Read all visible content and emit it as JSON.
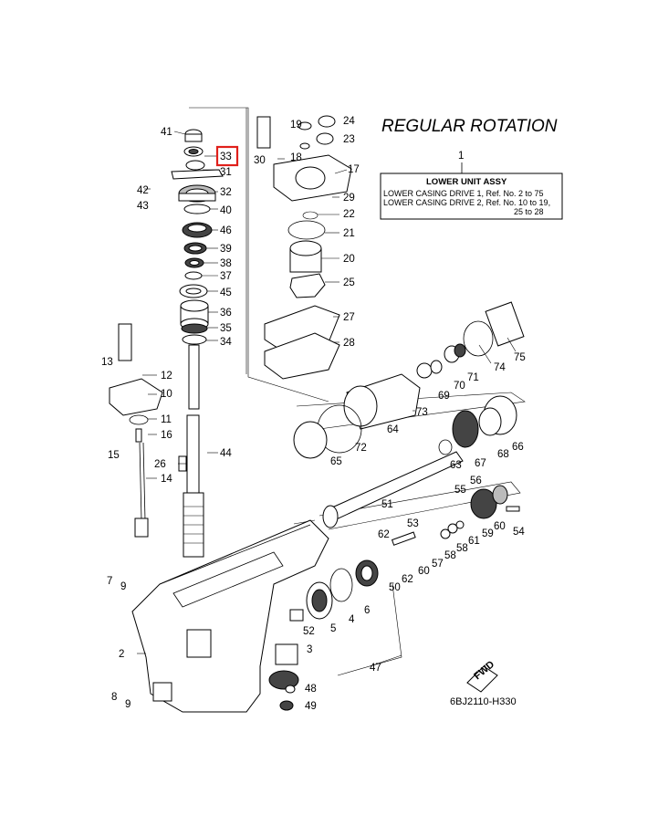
{
  "title": "REGULAR ROTATION",
  "assembly": {
    "ref_number": "1",
    "name": "LOWER UNIT ASSY",
    "line1": "LOWER CASING DRIVE 1,  Ref. No. 2 to 75",
    "line2": "LOWER CASING DRIVE 2,  Ref. No. 10 to 19,",
    "line3": "25 to 28"
  },
  "drawing_code": "6BJ2110-H330",
  "fwd_label": "FWD",
  "highlight_color": "#e0201b",
  "highlighted_part": "33",
  "callouts": {
    "c41": "41",
    "c33": "33",
    "c31": "31",
    "c42": "42",
    "c43": "43",
    "c32": "32",
    "c40": "40",
    "c46": "46",
    "c39": "39",
    "c38": "38",
    "c37": "37",
    "c45": "45",
    "c36": "36",
    "c35": "35",
    "c34": "34",
    "c19": "19",
    "c18": "18",
    "c30": "30",
    "c24": "24",
    "c23": "23",
    "c17": "17",
    "c29": "29",
    "c22": "22",
    "c21": "21",
    "c20": "20",
    "c25": "25",
    "c27": "27",
    "c28": "28",
    "c13": "13",
    "c12": "12",
    "c10": "10",
    "c11": "11",
    "c16": "16",
    "c15": "15",
    "c14": "14",
    "c26": "26",
    "c44": "44",
    "c7": "7",
    "c9a": "9",
    "c2": "2",
    "c8": "8",
    "c9b": "9",
    "c74": "74",
    "c75": "75",
    "c71": "71",
    "c70": "70",
    "c69": "69",
    "c73": "73",
    "c64": "64",
    "c72": "72",
    "c65": "65",
    "c66": "66",
    "c68": "68",
    "c67": "67",
    "c63": "63",
    "c51": "51",
    "c56": "56",
    "c55": "55",
    "c60a": "60",
    "c54": "54",
    "c59": "59",
    "c61": "61",
    "c58": "58",
    "c57": "57",
    "c60b": "60",
    "c62a": "62",
    "c53": "53",
    "c62b": "62",
    "c50": "50",
    "c6": "6",
    "c4": "4",
    "c5": "5",
    "c52": "52",
    "c3": "3",
    "c47": "47",
    "c48": "48",
    "c49": "49"
  }
}
